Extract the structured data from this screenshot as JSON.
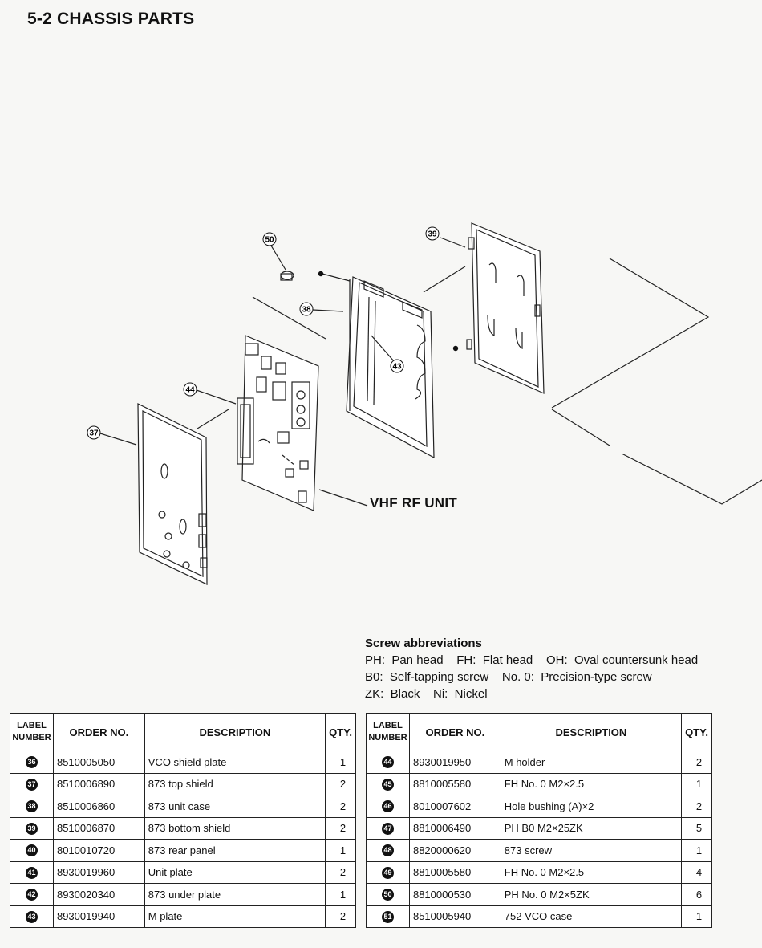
{
  "header": {
    "title": "5-2 CHASSIS PARTS"
  },
  "diagram": {
    "unit_label": "VHF RF UNIT",
    "callouts": [
      "50",
      "39",
      "38",
      "43",
      "44",
      "37"
    ]
  },
  "screw_abbreviations": {
    "title": "Screw abbreviations",
    "lines": [
      "PH:  Pan head    FH:  Flat head    OH:  Oval countersunk head",
      "B0:  Self-tapping screw    No. 0:  Precision-type screw",
      "ZK:  Black    Ni:  Nickel"
    ]
  },
  "parts_table": {
    "headers": {
      "label_line1": "LABEL",
      "label_line2": "NUMBER",
      "order": "ORDER NO.",
      "description": "DESCRIPTION",
      "qty": "QTY."
    },
    "left_rows": [
      {
        "label": "36",
        "order": "8510005050",
        "description": "VCO shield plate",
        "qty": "1"
      },
      {
        "label": "37",
        "order": "8510006890",
        "description": "873 top shield",
        "qty": "2"
      },
      {
        "label": "38",
        "order": "8510006860",
        "description": "873 unit case",
        "qty": "2"
      },
      {
        "label": "39",
        "order": "8510006870",
        "description": "873 bottom shield",
        "qty": "2"
      },
      {
        "label": "40",
        "order": "8010010720",
        "description": "873 rear panel",
        "qty": "1"
      },
      {
        "label": "41",
        "order": "8930019960",
        "description": "Unit plate",
        "qty": "2"
      },
      {
        "label": "42",
        "order": "8930020340",
        "description": "873 under plate",
        "qty": "1"
      },
      {
        "label": "43",
        "order": "8930019940",
        "description": "M plate",
        "qty": "2"
      }
    ],
    "right_rows": [
      {
        "label": "44",
        "order": "8930019950",
        "description": "M holder",
        "qty": "2"
      },
      {
        "label": "45",
        "order": "8810005580",
        "description": "FH No. 0 M2×2.5",
        "qty": "1"
      },
      {
        "label": "46",
        "order": "8010007602",
        "description": "Hole bushing (A)×2",
        "qty": "2"
      },
      {
        "label": "47",
        "order": "8810006490",
        "description": "PH B0 M2×25ZK",
        "qty": "5"
      },
      {
        "label": "48",
        "order": "8820000620",
        "description": "873 screw",
        "qty": "1"
      },
      {
        "label": "49",
        "order": "8810005580",
        "description": "FH No. 0 M2×2.5",
        "qty": "4"
      },
      {
        "label": "50",
        "order": "8810000530",
        "description": "PH No. 0 M2×5ZK",
        "qty": "6"
      },
      {
        "label": "51",
        "order": "8510005940",
        "description": "752 VCO case",
        "qty": "1"
      }
    ]
  }
}
